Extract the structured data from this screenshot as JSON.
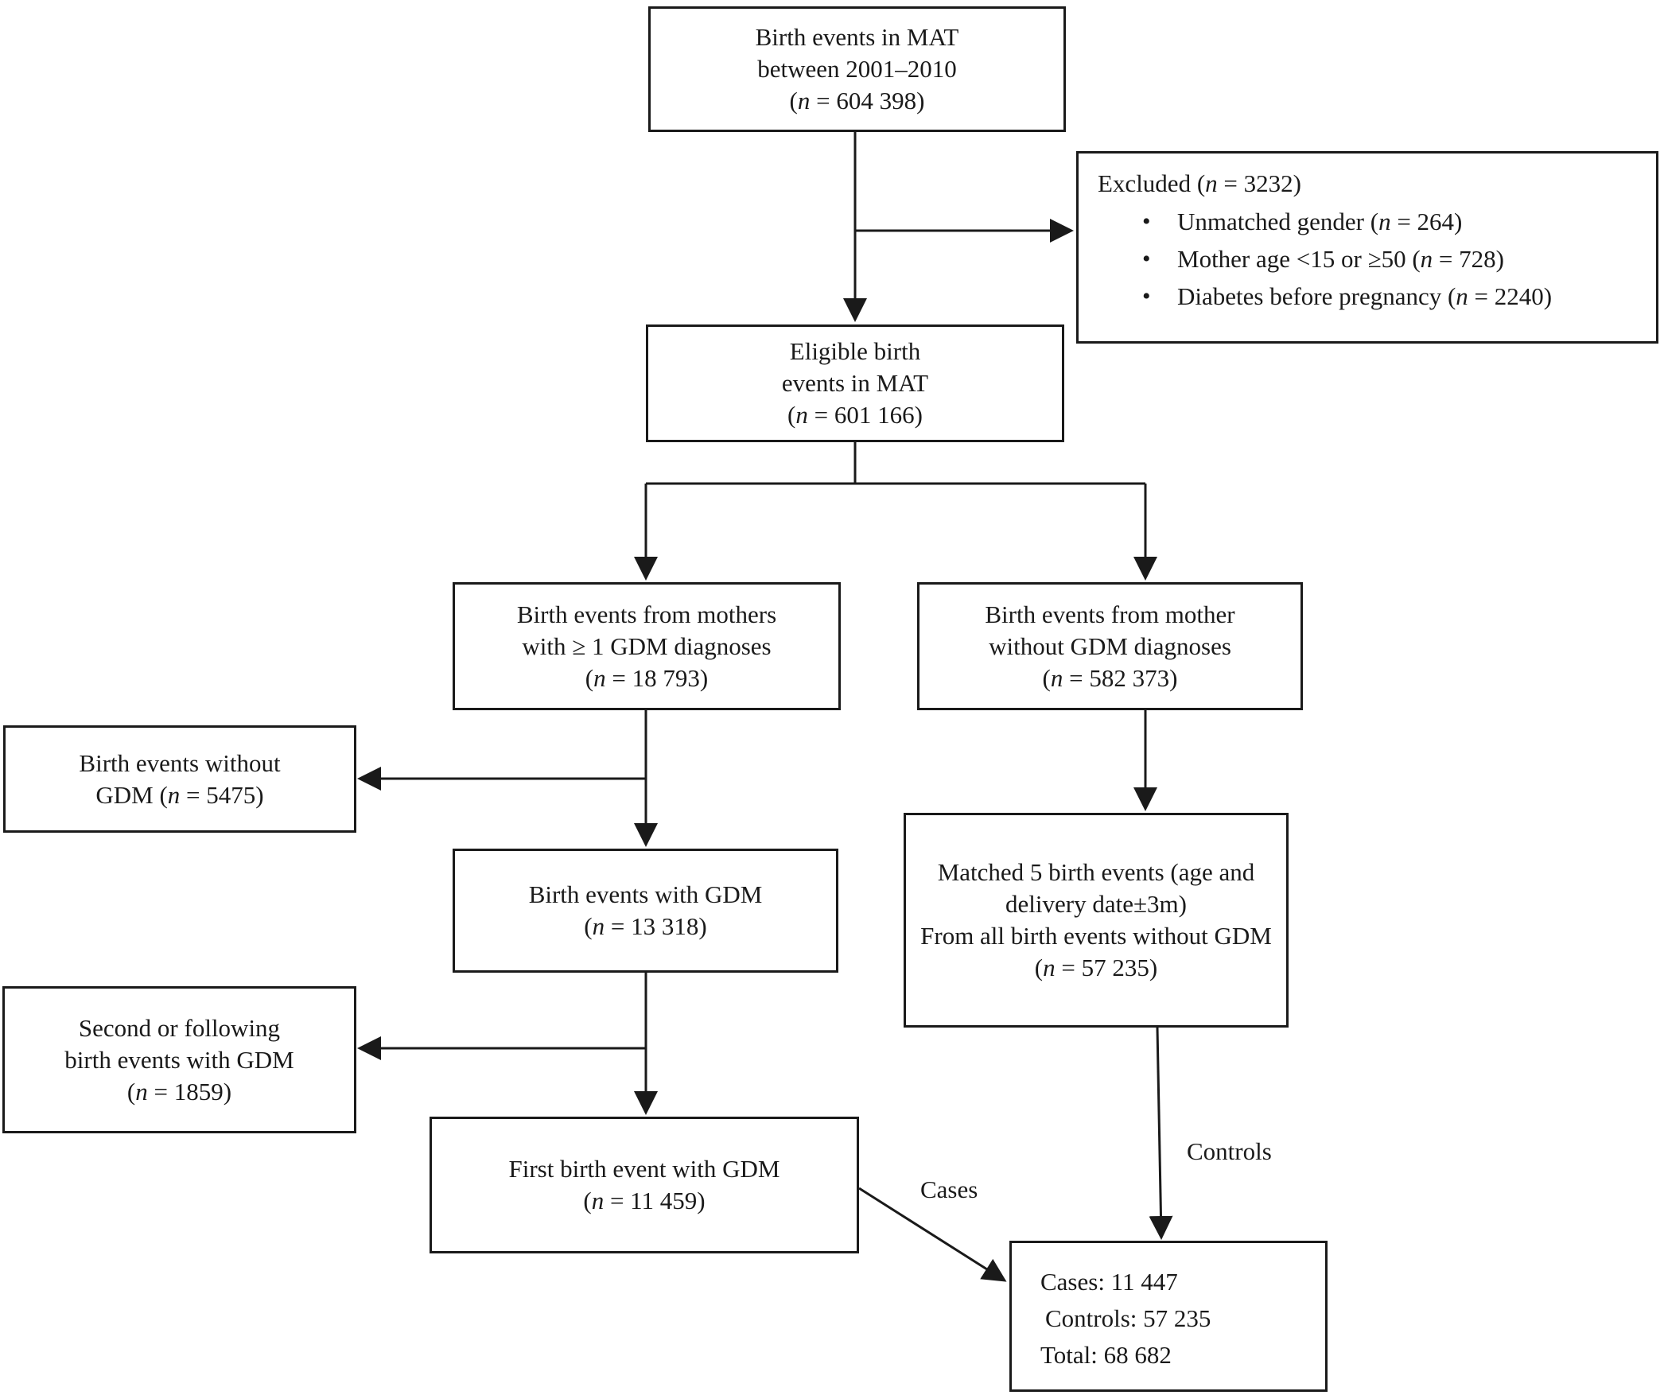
{
  "boxes": {
    "birth_events_mat": {
      "line1": "Birth events in MAT",
      "line2": "between 2001–2010",
      "n_prefix": "(",
      "n_var": "n",
      "n_value": " = 604 398)"
    },
    "excluded": {
      "title_prefix": "Excluded (",
      "title_var": "n",
      "title_value": " = 3232)",
      "items": [
        {
          "text": "Unmatched gender (",
          "var": "n",
          "value": " = 264)"
        },
        {
          "text": "Mother age <15 or ≥50 (",
          "var": "n",
          "value": " = 728)"
        },
        {
          "text": "Diabetes before pregnancy (",
          "var": "n",
          "value": " = 2240)"
        }
      ]
    },
    "eligible": {
      "line1": "Eligible birth",
      "line2": "events in MAT",
      "n_prefix": "(",
      "n_var": "n",
      "n_value": " = 601 166)"
    },
    "with_gdm_diag": {
      "line1": "Birth events from mothers",
      "line2": "with ≥ 1 GDM diagnoses",
      "n_prefix": "(",
      "n_var": "n",
      "n_value": " = 18 793)"
    },
    "without_gdm_diag": {
      "line1": "Birth events from mother",
      "line2": "without GDM diagnoses",
      "n_prefix": "(",
      "n_var": "n",
      "n_value": " = 582 373)"
    },
    "without_gdm": {
      "line1": "Birth events without",
      "line2_prefix": "GDM (",
      "n_var": "n",
      "n_value": " = 5475)"
    },
    "with_gdm": {
      "line1": "Birth events with GDM",
      "n_prefix": "(",
      "n_var": "n",
      "n_value": " = 13 318)"
    },
    "matched": {
      "line1": "Matched 5 birth events (age and",
      "line2": "delivery date±3m)",
      "line3": "From all birth events without GDM",
      "n_prefix": "(",
      "n_var": "n",
      "n_value": " = 57 235)"
    },
    "second_following": {
      "line1": "Second or following",
      "line2": "birth events with GDM",
      "n_prefix": "(",
      "n_var": "n",
      "n_value": " = 1859)"
    },
    "first_gdm": {
      "line1": "First birth event with GDM",
      "n_prefix": "(",
      "n_var": "n",
      "n_value": " = 11 459)"
    },
    "totals": {
      "cases": "Cases: 11 447",
      "controls": "Controls: 57 235",
      "total": "Total: 68 682"
    }
  },
  "labels": {
    "cases": "Cases",
    "controls": "Controls"
  }
}
